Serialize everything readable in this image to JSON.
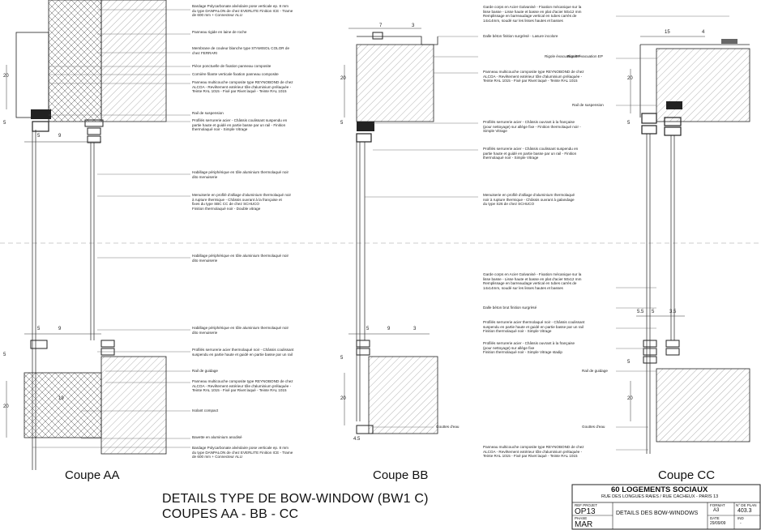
{
  "notes_aa": [
    "Bardage Polycarbonate alvéolaire pose verticale ep. 8 mm\ndu type DANPALON de chez EVERLITE Finition ICE - Trame\nde 600 mm + Connecteur ALU",
    "Panneau rigide en laine de roche",
    "Membrane de couleur blanche type STAMISOL COLOR de\nchez FERRARI",
    "Pièce ponctuelle de fixation panneau composite",
    "Cornière filante verticale fixation panneau composite",
    "Panneau multicouche composite type REYNOBOND de chez\nALCOA - Revêtement extérieur tôle d'aluminium prélaquée -\nTeinte RAL 1015 - Fixé par Rivet laqué - Teinte RAL 1015",
    "Rail de suspension",
    "Profilés serrurerie acier - Châssis coulissant suspendu en\npartie haute et guidé en partie basse par un rail - Finition\nthermolaqué noir - Simple Vitrage",
    "Habillage périphérique en tôle aluminium thermolaqué noir\ndito menuiserie",
    "Menuiserie en profilé d'alliage d'aluminium thermolaqué noir\nà rupture thermique - Châssis ouvrant à la française et\nfixes du type SBC CC de chez SCHUCO\nFinition thermolaqué noir - Double vitrage",
    "Habillage périphérique en tôle aluminium thermolaqué noir\ndito menuiserie",
    "Habillage périphérique en tôle aluminium thermolaqué noir\ndito menuiserie",
    "Profilés serrurerie acier thermolaqué noir - Châssis coulissant\nsuspendu en partie haute et guidé en partie basse par un rail",
    "Rail de guidage",
    "Panneau multicouche composite type REYNOBOND de chez\nALCOA - Revêtement extérieur tôle d'aluminium prélaquée -\nTeinte RAL 1015 - Fixé par Rivet laqué - Teinte RAL 1015",
    "Isolant compact",
    "Bavette en aluminium anodisé",
    "Bardage Polycarbonate alvéolaire pose verticale ep. 8 mm\ndu type DANPALON de chez EVERLITE Finition ICE - Trame\nde 600 mm + Connecteur ALU"
  ],
  "notes_bb": [
    "Dalle béton finition surgrèsé - Lasure incolore",
    "Rigole évacuation EP",
    "Panneau multicouche composite type REYNOBOND de chez\nALCOA - Revêtement extérieur tôle d'aluminium prélaquée -\nTeinte RAL 1015 - Fixé par Rivet laqué - Teinte RAL 1015",
    "Profilés serrurerie acier - Châssis ouvrant à la française\n(pour nettoyage) sur allège fixe - Finition thermolaqué noir -\nSimple Vitrage",
    "Profilés serrurerie acier - Châssis coulissant suspendu en\npartie haute et guidé en partie basse par un rail - Finition\nthermolaqué noir - Simple Vitrage",
    "Menuiserie en profilé d'alliage d'aluminium thermolaqué\nnoir à rupture thermique - Châssis ouvrant à galandage\ndu type S26 de chez SCHUCO",
    "Gouttes d'eau"
  ],
  "notes_cc": [
    "Garde corps en Acier Galvanisé - Fixation mécanique sur la\nlisse basse - Lisse haute et basse en plat d'acier 50x12 mm\nRemplissage en barreaudage vertical en tubes carrés de\n14x14mm, soudé sur les lisses hautes et basses",
    "Rigole évacuation EP",
    "Rail de suspension",
    "Garde corps en Acier Galvanisé - Fixation mécanique sur la\nlisse basse - Lisse haute et basse en plat d'acier 50x12 mm\nRemplissage en barreaudage vertical en tubes carrés de\n14x14mm, soudé sur les lisses hautes et basses",
    "Dalle béton brut finition surgrèsé",
    "Profilés serrurerie acier thermolaqué noir - Châssis coulissant\nsuspendu en partie haute et guidé en partie basse par un rail\nFinition thermolaqué noir - Simple Vitrage",
    "Profilés serrurerie acier - Châssis ouvrant à la française\n(pour nettoyage) sur allège fixe\nFinition thermolaqué noir - Simple Vitrage stadip",
    "Rail de guidage",
    "Gouttes d'eau",
    "Panneau multicouche composite type REYNOBOND de chez\nALCOA - Revêtement extérieur tôle d'aluminium prélaquée -\nTeinte RAL 1015 - Fixé par Rivet laqué - Teinte RAL 1015"
  ],
  "dims": {
    "d5": "5",
    "d9": "9",
    "d20": "20",
    "d7": "7",
    "d3": "3",
    "d15": "15",
    "d4": "4",
    "d55": "5.5",
    "d45": "4.5",
    "d35": "3.5",
    "d19": "19"
  },
  "coupes": {
    "aa": "Coupe AA",
    "bb": "Coupe BB",
    "cc": "Coupe CC"
  },
  "title": {
    "line1": "DETAILS TYPE DE BOW-WINDOW (BW1 C)",
    "line2": "COUPES  AA - BB - CC"
  },
  "cartouche": {
    "project": "60 LOGEMENTS SOCIAUX",
    "address": "RUE DES LONGUES RAIES / RUE CACHEUX - PARIS 13",
    "ref_label": "REF PROJET",
    "ref": "OP13",
    "phase_label": "PHASE",
    "phase": "MAR",
    "sheet_title": "DETAILS DES BOW-WINDOWS",
    "format_label": "FORMAT",
    "format": "A3",
    "plan_label": "N° DE PLAN",
    "plan": "403.3",
    "date_label": "DATE",
    "date": "29/09/09",
    "ind_label": "IND",
    "ind": "-"
  }
}
